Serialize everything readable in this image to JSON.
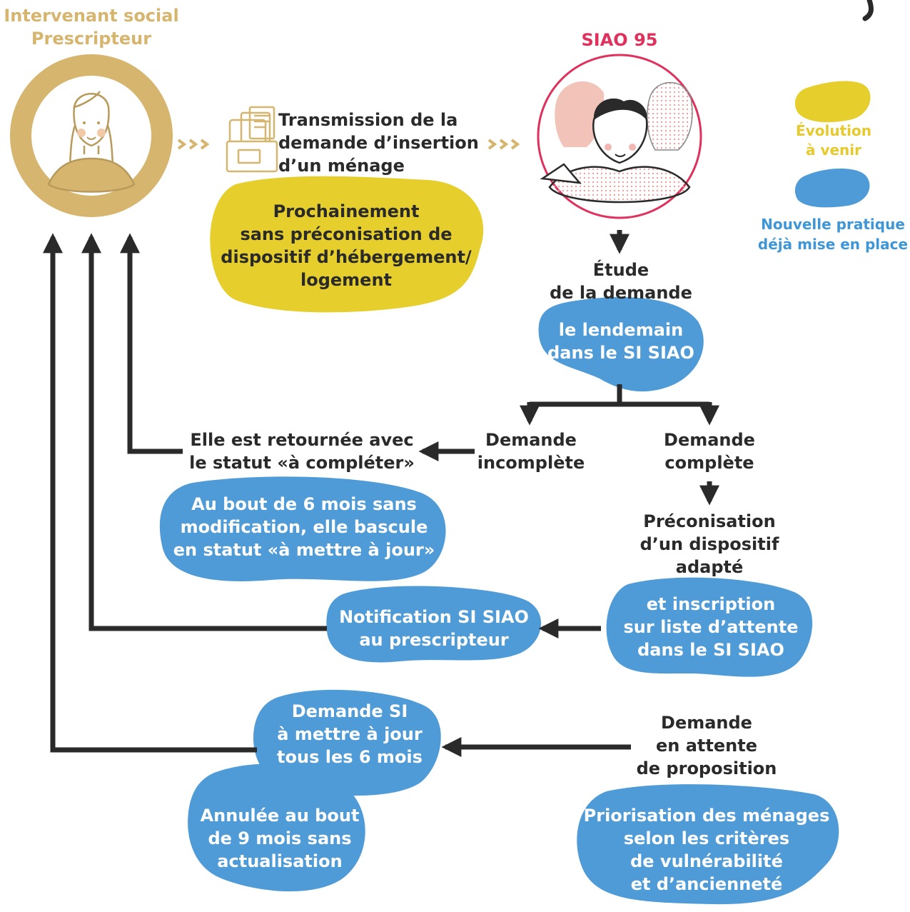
{
  "colors": {
    "gold": "#d6b56e",
    "pink": "#e0315d",
    "yellow": "#e6cf2c",
    "blue": "#4f9bd7",
    "dark": "#2a2a2a"
  },
  "actors": {
    "prescriber": "Intervenant social\nPrescripteur",
    "siao": "SIAO 95"
  },
  "legend": {
    "future": "Évolution\nà venir",
    "current": "Nouvelle pratique\ndéjà mise en place"
  },
  "flow": {
    "transmission": "Transmission de la\ndemande d’insertion\nd’un ménage",
    "transmission_note": "Prochainement\nsans préconisation de\ndispositif d’hébergement/\nlogement",
    "study": "Étude\nde la demande",
    "study_note": "le lendemain\ndans le SI SIAO",
    "incomplete": "Demande\nincomplète",
    "complete": "Demande\ncomplète",
    "returned": "Elle est retournée avec\nle statut «à compléter»",
    "returned_note": "Au bout de 6 mois sans\nmodification, elle bascule\nen statut «à mettre à jour»",
    "recommendation": "Préconisation\nd’un dispositif\nadapté",
    "recommendation_note": "et inscription\nsur liste d’attente\ndans le SI SIAO",
    "notification": "Notification SI SIAO\nau prescripteur",
    "waiting": "Demande\nen attente\nde proposition",
    "waiting_note": "Priorisation des ménages\nselon les critères\nde vulnérabilité\net d’ancienneté",
    "update": "Demande SI\nà mettre à jour\ntous les 6 mois",
    "cancel": "Annulée au bout\nde 9 mois sans\nactualisation"
  },
  "icons": {
    "prescriber": "woman-portrait-icon",
    "siao": "group-of-three-women-icon",
    "document": "documents-folder-icon",
    "chevrons": "triple-chevron-right-icon"
  }
}
